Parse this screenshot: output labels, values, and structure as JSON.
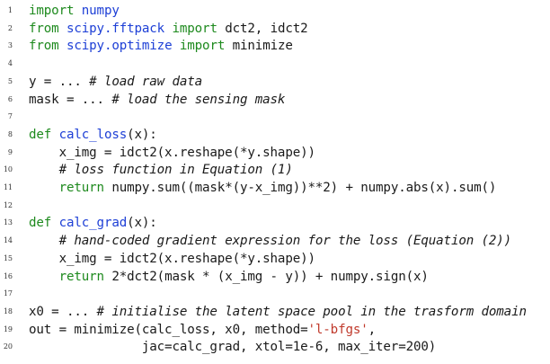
{
  "colors": {
    "keyword": "#1e8a1e",
    "function": "#1d3fd6",
    "comment": "#1a1a1a",
    "string": "#c0392b",
    "text": "#1a1a1a"
  },
  "lines": [
    {
      "num": "1",
      "tokens": [
        {
          "t": "kw",
          "v": "import"
        },
        {
          "t": "tx",
          "v": " "
        },
        {
          "t": "fn",
          "v": "numpy"
        }
      ]
    },
    {
      "num": "2",
      "tokens": [
        {
          "t": "kw",
          "v": "from"
        },
        {
          "t": "tx",
          "v": " "
        },
        {
          "t": "fn",
          "v": "scipy.fftpack"
        },
        {
          "t": "tx",
          "v": " "
        },
        {
          "t": "kw",
          "v": "import"
        },
        {
          "t": "tx",
          "v": " dct2, idct2"
        }
      ]
    },
    {
      "num": "3",
      "tokens": [
        {
          "t": "kw",
          "v": "from"
        },
        {
          "t": "tx",
          "v": " "
        },
        {
          "t": "fn",
          "v": "scipy.optimize"
        },
        {
          "t": "tx",
          "v": " "
        },
        {
          "t": "kw",
          "v": "import"
        },
        {
          "t": "tx",
          "v": " minimize"
        }
      ]
    },
    {
      "num": "4",
      "tokens": []
    },
    {
      "num": "5",
      "tokens": [
        {
          "t": "tx",
          "v": "y = ... "
        },
        {
          "t": "cm",
          "v": "# load raw data"
        }
      ]
    },
    {
      "num": "6",
      "tokens": [
        {
          "t": "tx",
          "v": "mask = ... "
        },
        {
          "t": "cm",
          "v": "# load the sensing mask"
        }
      ]
    },
    {
      "num": "7",
      "tokens": []
    },
    {
      "num": "8",
      "tokens": [
        {
          "t": "kw",
          "v": "def"
        },
        {
          "t": "tx",
          "v": " "
        },
        {
          "t": "fn",
          "v": "calc_loss"
        },
        {
          "t": "tx",
          "v": "(x):"
        }
      ]
    },
    {
      "num": "9",
      "tokens": [
        {
          "t": "tx",
          "v": "    x_img = idct2(x.reshape(*y.shape))"
        }
      ]
    },
    {
      "num": "10",
      "tokens": [
        {
          "t": "tx",
          "v": "    "
        },
        {
          "t": "cm",
          "v": "# loss function in Equation (1)"
        }
      ]
    },
    {
      "num": "11",
      "tokens": [
        {
          "t": "tx",
          "v": "    "
        },
        {
          "t": "kw",
          "v": "return"
        },
        {
          "t": "tx",
          "v": " numpy.sum((mask*(y-x_img))**2) + numpy.abs(x).sum()"
        }
      ]
    },
    {
      "num": "12",
      "tokens": []
    },
    {
      "num": "13",
      "tokens": [
        {
          "t": "kw",
          "v": "def"
        },
        {
          "t": "tx",
          "v": " "
        },
        {
          "t": "fn",
          "v": "calc_grad"
        },
        {
          "t": "tx",
          "v": "(x):"
        }
      ]
    },
    {
      "num": "14",
      "tokens": [
        {
          "t": "tx",
          "v": "    "
        },
        {
          "t": "cm",
          "v": "# hand-coded gradient expression for the loss (Equation (2))"
        }
      ]
    },
    {
      "num": "15",
      "tokens": [
        {
          "t": "tx",
          "v": "    x_img = idct2(x.reshape(*y.shape))"
        }
      ]
    },
    {
      "num": "16",
      "tokens": [
        {
          "t": "tx",
          "v": "    "
        },
        {
          "t": "kw",
          "v": "return"
        },
        {
          "t": "tx",
          "v": " 2*dct2(mask * (x_img - y)) + numpy.sign(x)"
        }
      ]
    },
    {
      "num": "17",
      "tokens": []
    },
    {
      "num": "18",
      "tokens": [
        {
          "t": "tx",
          "v": "x0 = ... "
        },
        {
          "t": "cm",
          "v": "# initialise the latent space pool in the trasform domain"
        }
      ]
    },
    {
      "num": "19",
      "tokens": [
        {
          "t": "tx",
          "v": "out = minimize(calc_loss, x0, method="
        },
        {
          "t": "st",
          "v": "'l-bfgs'"
        },
        {
          "t": "tx",
          "v": ","
        }
      ]
    },
    {
      "num": "20",
      "tokens": [
        {
          "t": "tx",
          "v": "               jac=calc_grad, xtol=1e-6, max_iter=200)"
        }
      ]
    }
  ]
}
